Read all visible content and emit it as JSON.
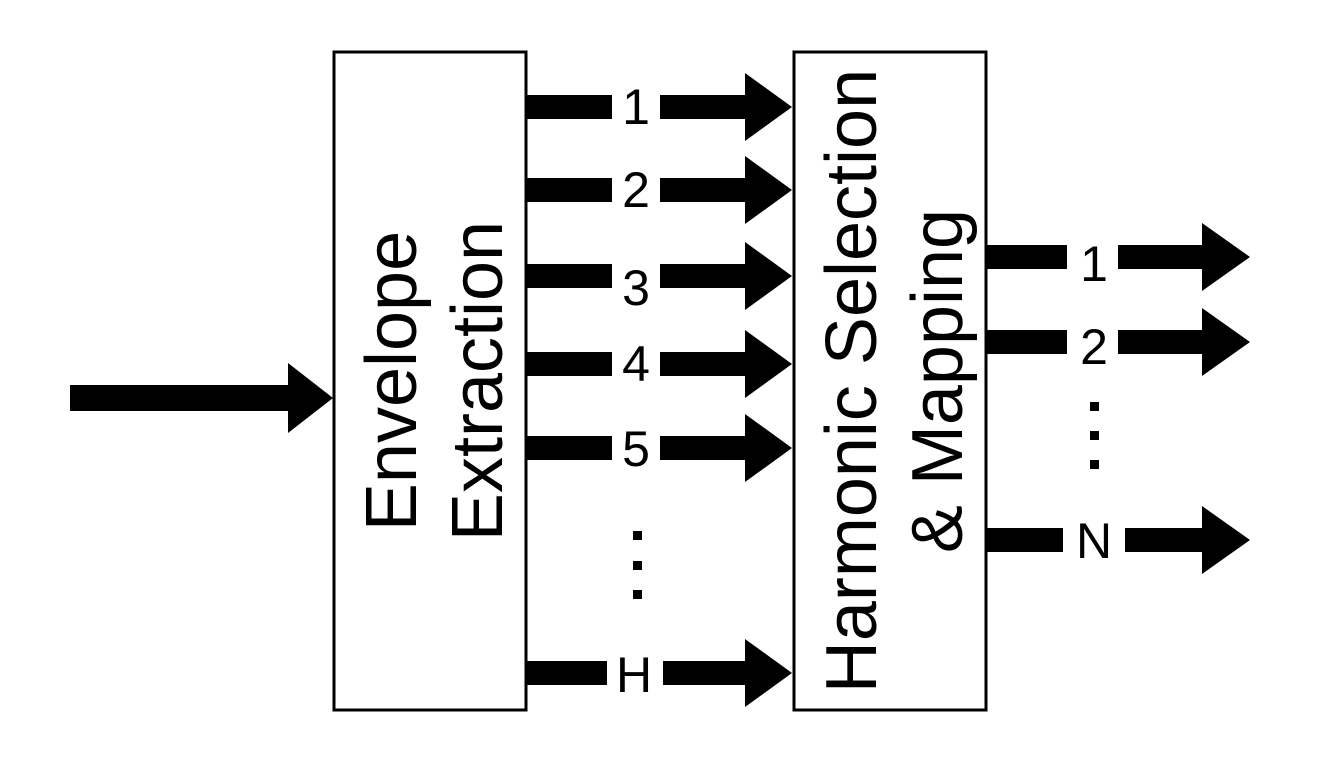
{
  "blocks": {
    "envelope_extraction": {
      "line1": "Envelope",
      "line2": "Extraction"
    },
    "harmonic_selection": {
      "line1": "Harmonic Selection",
      "line2": "& Mapping"
    }
  },
  "inputs": {
    "harmonics": [
      "1",
      "2",
      "3",
      "4",
      "5",
      "H"
    ],
    "outputs": [
      "1",
      "2",
      "N"
    ]
  },
  "ellipsis": "⋮"
}
